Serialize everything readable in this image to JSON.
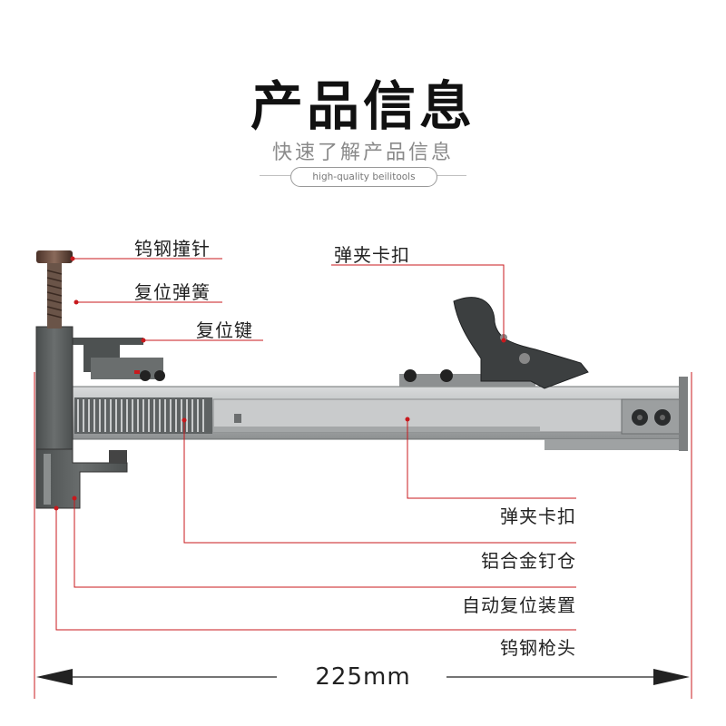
{
  "header": {
    "title": "产品信息",
    "subtitle": "快速了解产品信息",
    "tagline": "high-quality beilitools"
  },
  "callouts": {
    "tungsten_striker": "钨钢撞针",
    "reset_spring": "复位弹簧",
    "reset_key": "复位键",
    "clip_buckle_top": "弹夹卡扣",
    "clip_buckle_bottom": "弹夹卡扣",
    "aluminum_magazine": "铝合金钉仓",
    "auto_reset_device": "自动复位装置",
    "tungsten_gun_head": "钨钢枪头"
  },
  "dimension": {
    "length": "225mm"
  },
  "colors": {
    "accent_red": "#c8191d",
    "body_gray": "#5c6060",
    "rail_silver": "#b9bcbd"
  }
}
